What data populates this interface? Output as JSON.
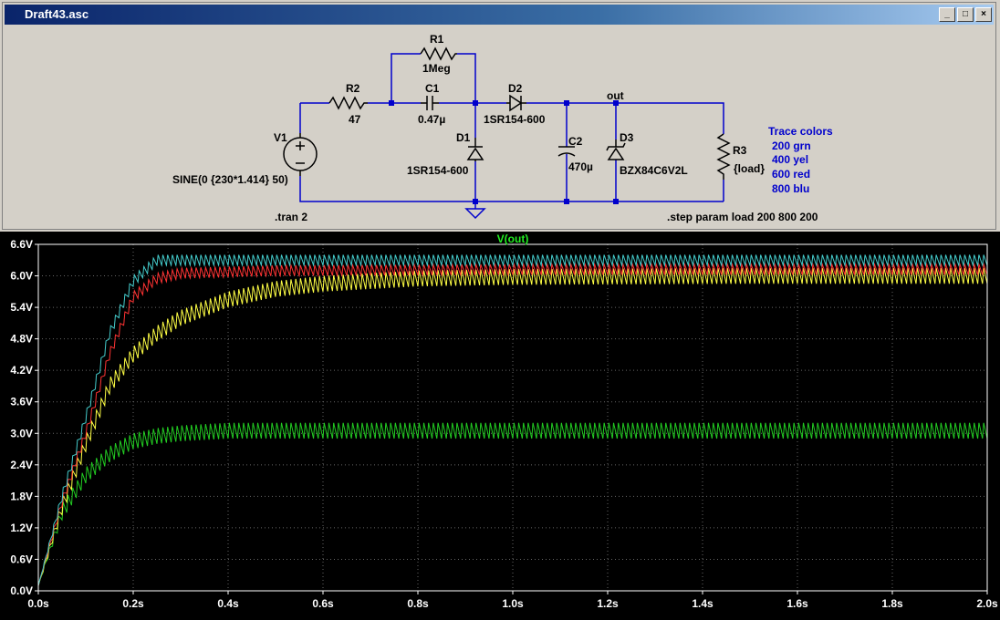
{
  "window": {
    "title": "Draft43.asc",
    "minimize_glyph": "_",
    "restore_glyph": "□",
    "close_glyph": "×"
  },
  "schematic": {
    "components": {
      "r1": {
        "name": "R1",
        "value": "1Meg"
      },
      "r2": {
        "name": "R2",
        "value": "47"
      },
      "c1": {
        "name": "C1",
        "value": "0.47µ"
      },
      "d1": {
        "name": "D1",
        "value": "1SR154-600"
      },
      "d2": {
        "name": "D2",
        "value": "1SR154-600"
      },
      "c2": {
        "name": "C2",
        "value": "470µ"
      },
      "d3": {
        "name": "D3",
        "value": "BZX84C6V2L"
      },
      "r3": {
        "name": "R3",
        "value": "{load}"
      },
      "v1": {
        "name": "V1",
        "value": "SINE(0 {230*1.414} 50)"
      }
    },
    "net_label": "out",
    "directives": {
      "tran": ".tran 2",
      "step": ".step param load 200 800 200"
    },
    "trace_colors_comment": {
      "title": "Trace colors",
      "lines": [
        "200 grn",
        "400 yel",
        "600 red",
        "800 blu"
      ]
    }
  },
  "chart_data": {
    "type": "line",
    "title": "V(out)",
    "xlabel": "",
    "ylabel": "",
    "xlim": [
      0,
      2.0
    ],
    "ylim": [
      0,
      6.6
    ],
    "x_ticks": [
      "0.0s",
      "0.2s",
      "0.4s",
      "0.6s",
      "0.8s",
      "1.0s",
      "1.2s",
      "1.4s",
      "1.6s",
      "1.8s",
      "2.0s"
    ],
    "y_ticks": [
      "0.0V",
      "0.6V",
      "1.2V",
      "1.8V",
      "2.4V",
      "3.0V",
      "3.6V",
      "4.2V",
      "4.8V",
      "5.4V",
      "6.0V",
      "6.6V"
    ],
    "grid": "dotted",
    "legend": "none",
    "background": "#000000",
    "ripple_frequency_hz": 100,
    "series": [
      {
        "color": "#22cc22",
        "x": [
          0,
          0.05,
          0.1,
          0.15,
          0.2,
          0.25,
          0.3,
          0.4,
          0.6,
          1.0,
          1.5,
          2.0
        ],
        "values": [
          0.1,
          1.5,
          2.2,
          2.6,
          2.85,
          2.95,
          3.0,
          3.05,
          3.05,
          3.05,
          3.05,
          3.05
        ],
        "ripple": 0.3
      },
      {
        "color": "#ffff44",
        "x": [
          0,
          0.05,
          0.1,
          0.15,
          0.2,
          0.25,
          0.3,
          0.4,
          0.5,
          0.6,
          0.7,
          0.8,
          1.0,
          1.5,
          2.0
        ],
        "values": [
          0.1,
          1.6,
          2.8,
          3.9,
          4.5,
          4.9,
          5.2,
          5.55,
          5.75,
          5.85,
          5.9,
          5.95,
          5.98,
          6.0,
          6.0
        ],
        "ripple": 0.3
      },
      {
        "color": "#ff3333",
        "x": [
          0,
          0.05,
          0.1,
          0.15,
          0.2,
          0.25,
          0.3,
          0.5,
          1.0,
          1.5,
          2.0
        ],
        "values": [
          0.1,
          1.7,
          3.0,
          4.5,
          5.6,
          5.95,
          6.05,
          6.1,
          6.12,
          6.12,
          6.12
        ],
        "ripple": 0.2
      },
      {
        "color": "#44cccc",
        "x": [
          0,
          0.05,
          0.1,
          0.15,
          0.2,
          0.25,
          0.3,
          0.5,
          1.0,
          1.5,
          2.0
        ],
        "values": [
          0.1,
          1.8,
          3.3,
          4.9,
          5.9,
          6.3,
          6.3,
          6.3,
          6.3,
          6.3,
          6.3
        ],
        "ripple": 0.2
      }
    ]
  }
}
